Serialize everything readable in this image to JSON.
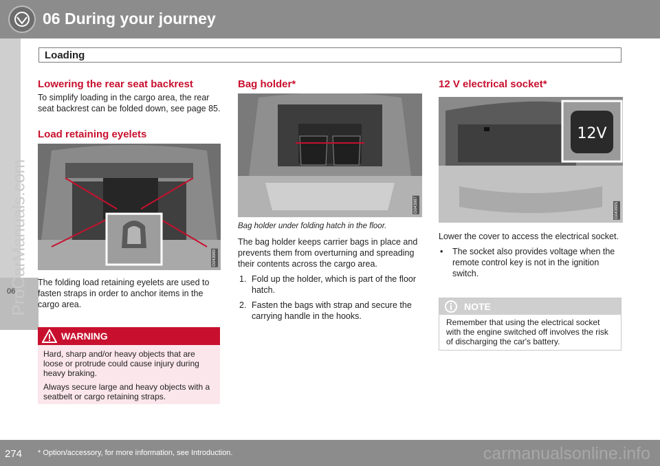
{
  "header": {
    "chapter_title": "06 During your journey",
    "section": "Loading",
    "chapter_tab": "06"
  },
  "watermark": "ProCarManuals.com",
  "col1": {
    "h1": "Lowering the rear seat backrest",
    "p1": "To simplify loading in the cargo area, the rear seat backrest can be folded down, see page 85.",
    "h2": "Load retaining eyelets",
    "image_code": "G043989",
    "p2": "The folding load retaining eyelets are used to fasten straps in order to anchor items in the cargo area."
  },
  "warning": {
    "title": "WARNING",
    "p1": "Hard, sharp and/or heavy objects that are loose or protrude could cause injury during heavy braking.",
    "p2": "Always secure large and heavy objects with a seatbelt or cargo retaining straps."
  },
  "col2": {
    "h1": "Bag holder*",
    "image_code": "G043987",
    "caption": "Bag holder under folding hatch in the floor.",
    "p1": "The bag holder keeps carrier bags in place and prevents them from overturning and spreading their contents across the cargo area.",
    "steps": [
      {
        "n": "1.",
        "text": "Fold up the holder, which is part of the floor hatch."
      },
      {
        "n": "2.",
        "text": "Fasten the bags with strap and secure the carrying handle in the hooks."
      }
    ]
  },
  "col3": {
    "h1": "12 V electrical socket*",
    "image_code": "G043995",
    "socket_label": "12V",
    "p1": "Lower the cover to access the electrical socket.",
    "bullets": [
      {
        "m": "•",
        "text": "The socket also provides voltage when the remote control key is not in the ignition switch."
      }
    ]
  },
  "note": {
    "title": "NOTE",
    "p1": "Remember that using the electrical socket with the engine switched off involves the risk of discharging the car's battery."
  },
  "footer": {
    "page_number": "274",
    "footnote": "* Option/accessory, for more information, see Introduction.",
    "watermark": "carmanualsonline.info"
  },
  "colors": {
    "accent": "#c8102e",
    "header_gray": "#8c8c8c",
    "warning_bg": "#fbe6ec"
  }
}
